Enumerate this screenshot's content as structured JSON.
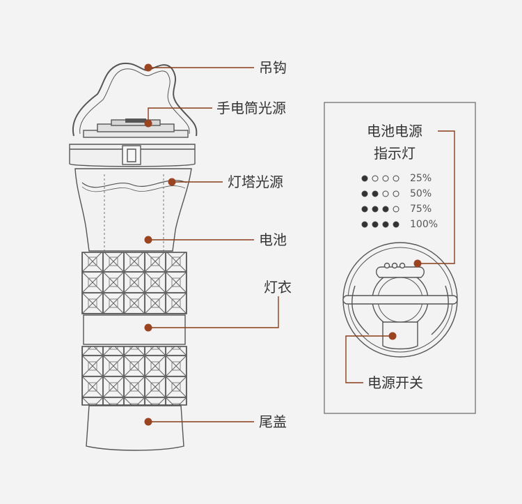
{
  "labels": {
    "hook": "吊钩",
    "flashlight_source": "手电筒光源",
    "tower_source": "灯塔光源",
    "battery": "电池",
    "lamp_cover": "灯衣",
    "tail_cap": "尾盖"
  },
  "inset": {
    "indicator_title_line1": "电池电源",
    "indicator_title_line2": "指示灯",
    "power_switch": "电源开关",
    "levels": [
      {
        "percent": "25%",
        "filled": 1
      },
      {
        "percent": "50%",
        "filled": 2
      },
      {
        "percent": "75%",
        "filled": 3
      },
      {
        "percent": "100%",
        "filled": 4
      }
    ]
  },
  "colors": {
    "leader": "#8a3d1b",
    "dot": "#9a4422",
    "outline": "#555555",
    "text": "#333333",
    "background": "#f3f3f3"
  }
}
